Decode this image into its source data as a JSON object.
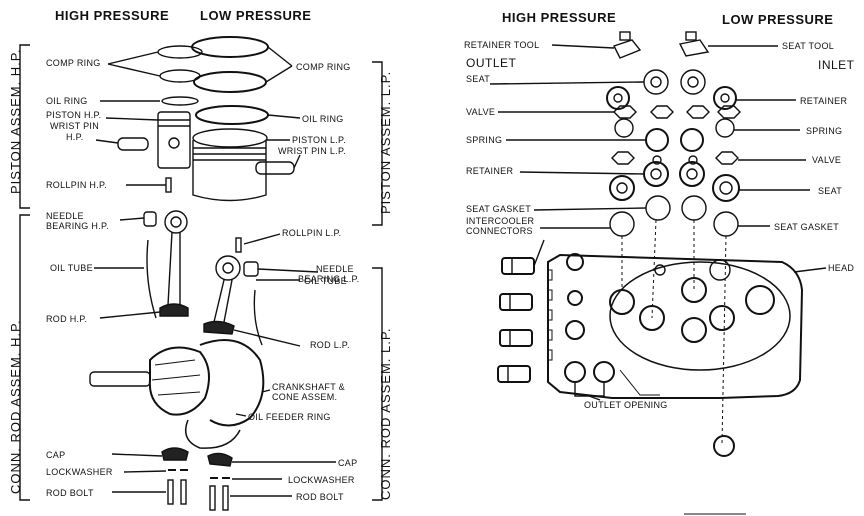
{
  "left": {
    "header_high": "HIGH PRESSURE",
    "header_low": "LOW PRESSURE",
    "side": {
      "piston_hp": "PISTON ASSEM. H.P.",
      "piston_lp": "PISTON ASSEM. L.P.",
      "conn_hp": "CONN. ROD ASSEM. H.P.",
      "conn_lp": "CONN. ROD ASSEM. L.P."
    },
    "labels": {
      "comp_ring_l": "COMP RING",
      "comp_ring_r": "COMP RING",
      "oil_ring_l": "OIL RING",
      "oil_ring_r": "OIL RING",
      "piston_hp_1": "PISTON H.P.",
      "piston_hp_2": "WRIST PIN",
      "piston_hp_3": "H.P.",
      "piston_lp": "PISTON L.P.",
      "wrist_pin_lp": "WRIST PIN L.P.",
      "rollpin_hp": "ROLLPIN H.P.",
      "rollpin_lp": "ROLLPIN L.P.",
      "needle_hp_1": "NEEDLE",
      "needle_hp_2": "BEARING H.P.",
      "needle_lp_1": "NEEDLE",
      "needle_lp_2": "BEARING L.P.",
      "oil_tube_l": "OIL TUBE",
      "oil_tube_r": "OIL TUBE",
      "rod_hp": "ROD H.P.",
      "rod_lp": "ROD L.P.",
      "crank_1": "CRANKSHAFT &",
      "crank_2": "CONE ASSEM.",
      "oil_feeder": "OIL FEEDER RING",
      "cap_l": "CAP",
      "cap_r": "CAP",
      "lockwasher_l": "LOCKWASHER",
      "lockwasher_r": "LOCKWASHER",
      "rodbolt_l": "ROD BOLT",
      "rodbolt_r": "ROD BOLT"
    }
  },
  "right": {
    "header_high": "HIGH PRESSURE",
    "header_low": "LOW PRESSURE",
    "outlet": "OUTLET",
    "inlet": "INLET",
    "labels": {
      "retainer_tool": "RETAINER TOOL",
      "seat_tool": "SEAT TOOL",
      "seat_l": "SEAT",
      "retainer_r": "RETAINER",
      "valve_l": "VALVE",
      "spring_r": "SPRING",
      "spring_l": "SPRING",
      "valve_r": "VALVE",
      "retainer_l": "RETAINER",
      "seat_r": "SEAT",
      "seat_gasket_l": "SEAT GASKET",
      "intercooler_1": "INTERCOOLER",
      "intercooler_2": "CONNECTORS",
      "seat_gasket_r": "SEAT GASKET",
      "head": "HEAD",
      "outlet_opening": "OUTLET OPENING"
    }
  }
}
